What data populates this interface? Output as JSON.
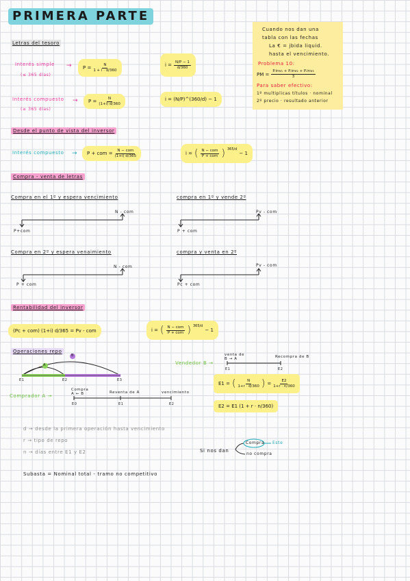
{
  "title": "PRIMERA PARTE",
  "sections": {
    "letras_tesoro": "Letras del tesoro",
    "punto_vista": "Desde el punto de vista del inversor",
    "compraventa": "Compra - venta de letras",
    "rentabilidad": "Rentabilidad del inversor",
    "operaciones_repo": "Operaciones repo"
  },
  "note": {
    "line1": "Cuando nos dan una",
    "line2": "tabla con las fechas",
    "line3": "La € = jbida liquid.",
    "line4": "hasta el vencimiento.",
    "problema": "Problema 10:",
    "pm_label": "PM =",
    "pm_num": "P.inv₁ + P.inv₂ + P.inv₃",
    "pm_den": "3",
    "para_saber": "Para saber efectivo:",
    "step1": "1º multiplicas títulos · nominal",
    "step2": "2º precio · resultado anterior"
  },
  "interes_simple": {
    "label": "Interés simple",
    "sub": "(≤ 365 días)",
    "formula_left": "P =",
    "formula_num": "N",
    "formula_den": "1 + i · d/360",
    "inv_left": "i =",
    "inv_num": "N/P − 1",
    "inv_den": "d/360"
  },
  "interes_compuesto": {
    "label": "Interés compuesto",
    "sub": "(≥ 365 días)",
    "formula_left": "P =",
    "formula_num": "N",
    "formula_den": "(1+i) d/360",
    "inv": "i = (N/P)^(360/d) − 1"
  },
  "inversor": {
    "label": "Interés compuesto",
    "formula_left": "P + com =",
    "formula_num": "N − com",
    "formula_den": "(1+i) d/365",
    "inv_left": "i =",
    "inv_num": "N − com",
    "inv_den": "P + com",
    "inv_exp": "365/d",
    "inv_tail": "− 1"
  },
  "compraventa": {
    "d1_title": "Compra en el 1º y espera vencimiento",
    "d1_right": "N - com",
    "d1_left": "P+com",
    "d2_title": "compra en 1º y vende 2º",
    "d2_right": "Pv - com",
    "d2_left": "P + com",
    "d3_title": "Compra en 2º y espera venaimiento",
    "d3_right": "N - com",
    "d3_left": "P + com",
    "d4_title": "compra y venta en 2º",
    "d4_right": "Pv - com",
    "d4_left": "Pc + com"
  },
  "rentabilidad": {
    "formula1": "(Pc + com) (1+i) d/365 = Pv - com",
    "formula2_left": "i =",
    "formula2_num": "N − com",
    "formula2_den": "P + com",
    "formula2_exp": "365/d",
    "formula2_tail": "− 1"
  },
  "repo": {
    "top_label_a": "A",
    "top_label_b": "B",
    "e1": "E1",
    "e2": "E2",
    "e3": "E3",
    "vendedor": "Vendedor B →",
    "venta_label": "venta de\nB → A",
    "recompra_label": "Recompra de B",
    "v_e1": "E1",
    "v_e2": "E2",
    "eq1_left": "E1 =",
    "eq1_num": "N",
    "eq1_den": "1+r · d/360",
    "eq1_mid": "=",
    "eq1_rnum": "E2",
    "eq1_rden": "1+r · n/360",
    "eq2": "E2 = E1 (1 + r · n/360)",
    "comprador": "Comprador A →",
    "c_compra": "Compra\nA ← B",
    "c_reventa": "Reventa de A",
    "c_vto": "vencimiento",
    "c_e0": "E0",
    "c_e1": "E1",
    "c_e2": "E2"
  },
  "legend": {
    "d": "d → desde la primera operación hasta vencimiento",
    "r": "r → tipo de repo",
    "n": "n → días entre E1 y E2",
    "si_nos_dan": "Si nos dan",
    "compra": "Compra",
    "este": "Este",
    "no_compra": "no compra"
  },
  "subasta": "Subasta = Nominal total - tramo no competitivo",
  "colors": {
    "teal": "#7fd3dd",
    "pink": "#f7a1cf",
    "yellow": "#fbf08a",
    "note": "#fcee9e",
    "purple": "#b478dc",
    "green": "#8cd35a"
  }
}
